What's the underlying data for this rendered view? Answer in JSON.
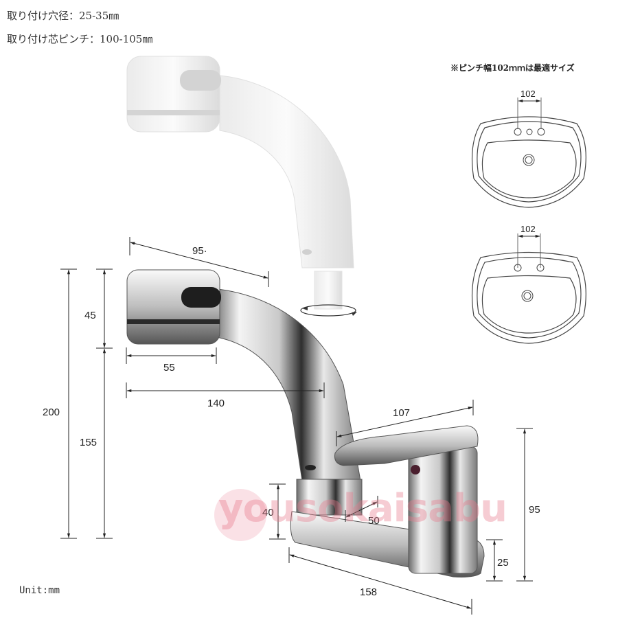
{
  "specs": {
    "hole_diameter": "取り付け穴径：25-35㎜",
    "center_pitch": "取り付け芯ピンチ：100-105㎜"
  },
  "sink_note": "※ピンチ幅102ｍｍは最適サイズ",
  "sink_diagrams": [
    {
      "label": "102",
      "holes": 3
    },
    {
      "label": "102",
      "holes": 2
    }
  ],
  "dimensions": {
    "head_length": "95·",
    "head_height": "45",
    "head_bottom_width": "55",
    "spout_reach": "140",
    "total_height": "200",
    "spout_height": "155",
    "handle_length": "107",
    "body_height": "95",
    "base_column": "40",
    "column_spacing": "50",
    "base_height": "25",
    "base_length": "158"
  },
  "unit_label": "Unit:mm",
  "watermark": "yousokaisabu",
  "colors": {
    "chrome_dark": "#3a3a3a",
    "chrome_light": "#f2f2f2",
    "line": "#222222",
    "watermark": "#e8788c"
  }
}
